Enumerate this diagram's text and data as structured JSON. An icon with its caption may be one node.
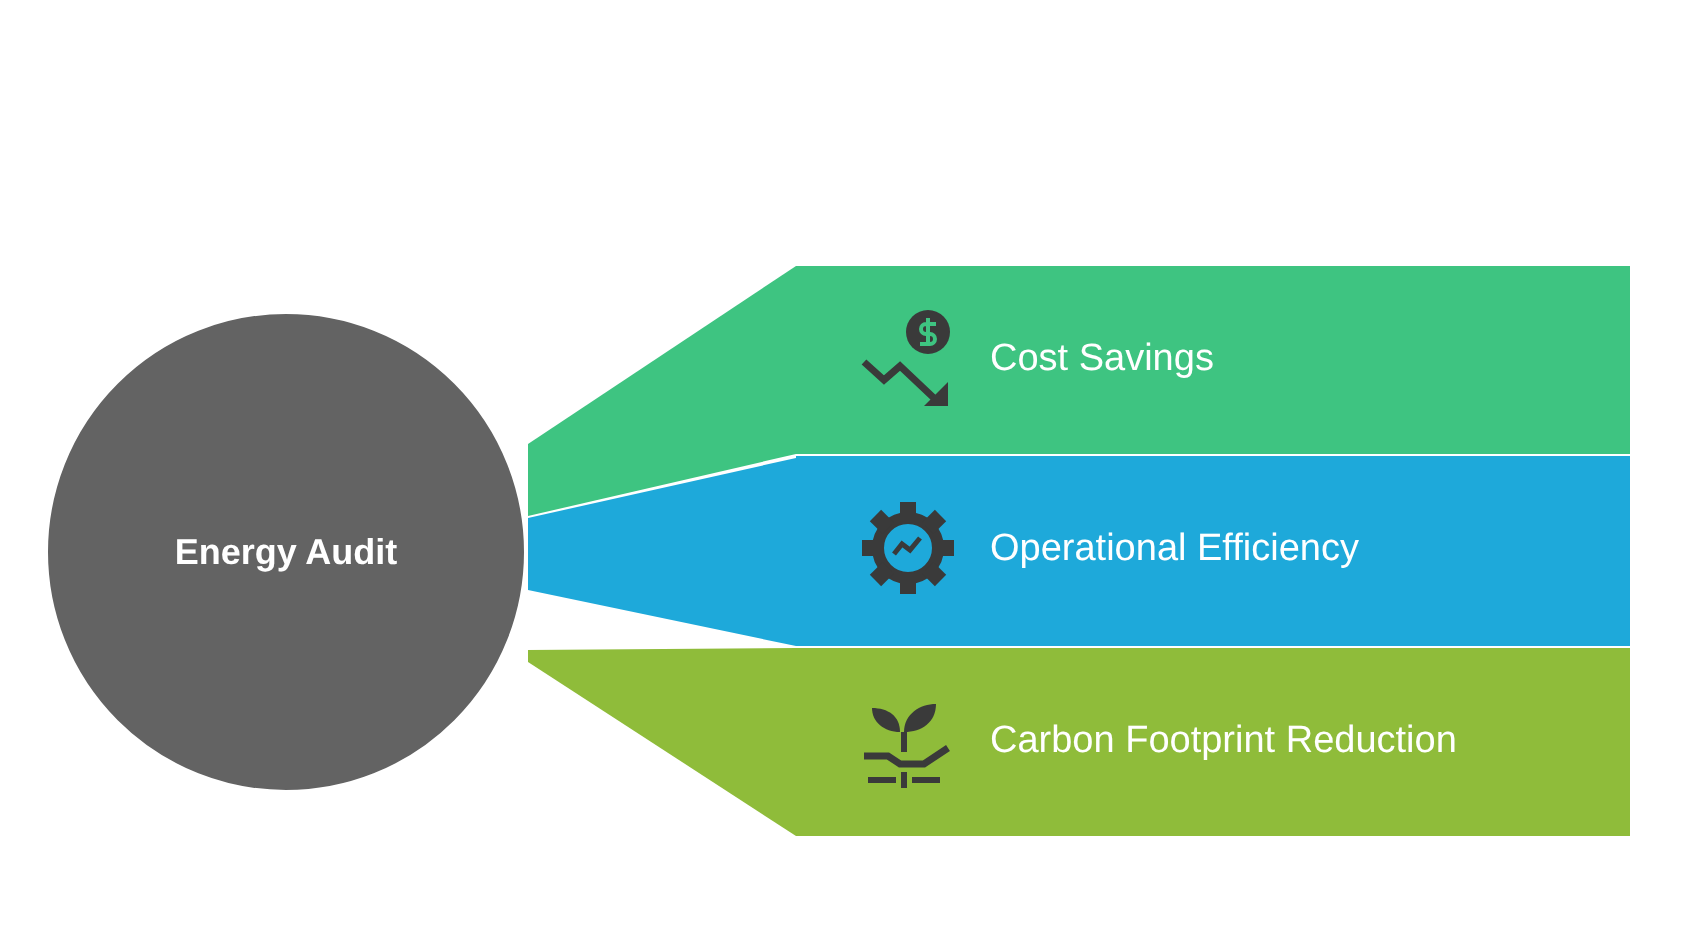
{
  "diagram": {
    "nodes": [
      {
        "text": [
          "Energy Audit"
        ]
      },
      {
        "text": [
          "Cost Savings"
        ]
      },
      {
        "text": [
          "Operational Efficiency"
        ]
      },
      {
        "text": [
          "Carbon Footprint Reduction"
        ]
      }
    ]
  }
}
